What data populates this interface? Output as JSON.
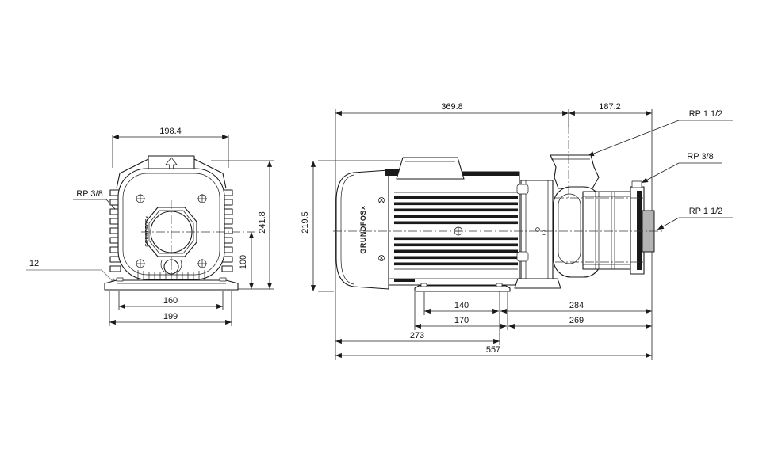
{
  "brand": {
    "name": "GRUNDFOS",
    "logo_glyph": "×"
  },
  "front_view": {
    "dim_overall_width": "198.4",
    "dim_overall_height": "241.8",
    "dim_centerline_height": "100",
    "dim_foot_hole_spacing": "160",
    "dim_foot_width": "199",
    "label_drain_plug": "RP 3/8",
    "label_foot_thickness": "12"
  },
  "side_view": {
    "dim_motor_end_to_port": "369.8",
    "dim_port_to_inlet_end": "187.2",
    "dim_overall_height": "219.5",
    "dim_foot_hole_spacing": "140",
    "dim_holes_to_inlet": "284",
    "dim_foot_length": "170",
    "dim_foot_to_inlet": "269",
    "dim_motor_end_to_foot": "273",
    "dim_overall_length": "557",
    "label_discharge_port": "RP 1 1/2",
    "label_vent_plug": "RP 3/8",
    "label_inlet_port": "RP 1 1/2"
  }
}
